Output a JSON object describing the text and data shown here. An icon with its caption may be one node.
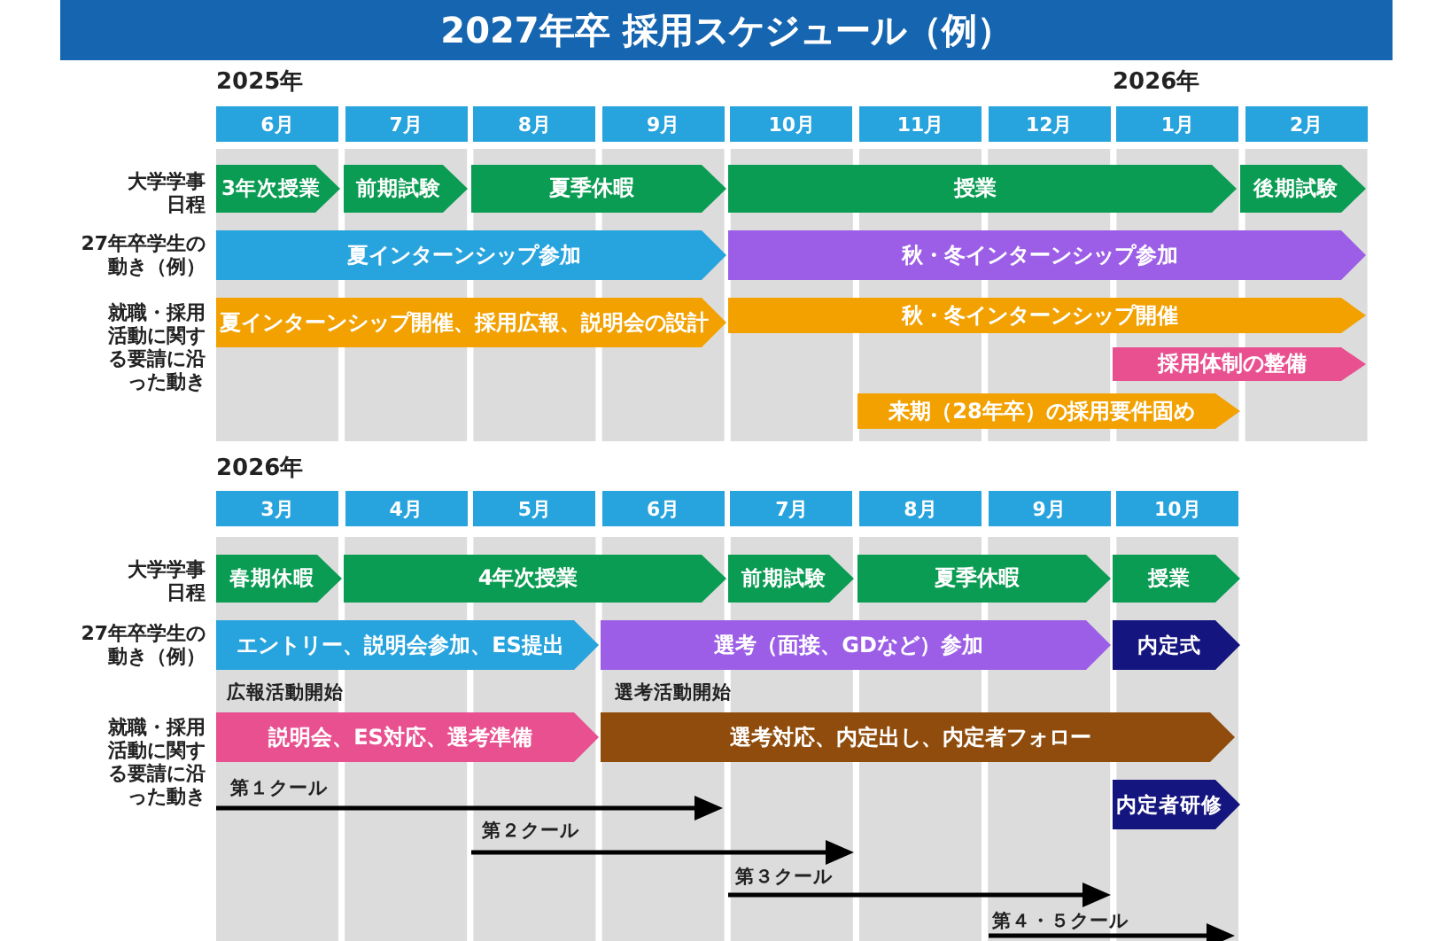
{
  "diagram": {
    "title": "2027年卒 採用スケジュール（例）",
    "nodes": [
      {
        "text": [
          "6月"
        ]
      },
      {
        "text": [
          "7月"
        ]
      },
      {
        "text": [
          "8月"
        ]
      },
      {
        "text": [
          "9月"
        ]
      },
      {
        "text": [
          "10月"
        ]
      },
      {
        "text": [
          "11月"
        ]
      },
      {
        "text": [
          "12月"
        ]
      },
      {
        "text": [
          "1月"
        ]
      },
      {
        "text": [
          "2月"
        ]
      },
      {
        "text": [
          "3年次授業"
        ]
      },
      {
        "text": [
          "前期試験"
        ]
      },
      {
        "text": [
          "夏季休暇"
        ]
      },
      {
        "text": [
          "授業"
        ]
      },
      {
        "text": [
          "後期試験"
        ]
      },
      {
        "text": [
          "夏インターンシップ参加"
        ]
      },
      {
        "text": [
          "秋・冬インターンシップ参加"
        ]
      },
      {
        "text": [
          "夏インターンシップ開催、採用広報、説明会の設計"
        ]
      },
      {
        "text": [
          "秋・冬インターンシップ開催"
        ]
      },
      {
        "text": [
          "採用体制の整備"
        ]
      },
      {
        "text": [
          "来期（28年卒）の採用要件固め"
        ]
      },
      {
        "text": [
          "3月"
        ]
      },
      {
        "text": [
          "4月"
        ]
      },
      {
        "text": [
          "5月"
        ]
      },
      {
        "text": [
          "6月"
        ]
      },
      {
        "text": [
          "7月"
        ]
      },
      {
        "text": [
          "8月"
        ]
      },
      {
        "text": [
          "9月"
        ]
      },
      {
        "text": [
          "10月"
        ]
      },
      {
        "text": [
          "春期休暇"
        ]
      },
      {
        "text": [
          "4年次授業"
        ]
      },
      {
        "text": [
          "前期試験"
        ]
      },
      {
        "text": [
          "夏季休暇"
        ]
      },
      {
        "text": [
          "授業"
        ]
      },
      {
        "text": [
          "エントリー、説明会参加、ES提出"
        ]
      },
      {
        "text": [
          "選考（面接、GDなど）参加"
        ]
      },
      {
        "text": [
          "内定式"
        ]
      },
      {
        "text": [
          "説明会、ES対応、選考準備"
        ]
      },
      {
        "text": [
          "選考対応、内定出し、内定者フォロー"
        ]
      },
      {
        "text": [
          "内定者研修"
        ]
      }
    ],
    "labels": [
      "2025年",
      "2026年",
      "大学学事日程",
      "27年卒学生の動き（例）",
      "就職・採用活動に関する要請に沿った動き",
      "2026年",
      "大学学事日程",
      "27年卒学生の動き（例）",
      "広報活動開始",
      "選考活動開始",
      "就職・採用活動に関する要請に沿った動き",
      "第１クール",
      "第２クール",
      "第３クール",
      "第４・５クール"
    ]
  }
}
